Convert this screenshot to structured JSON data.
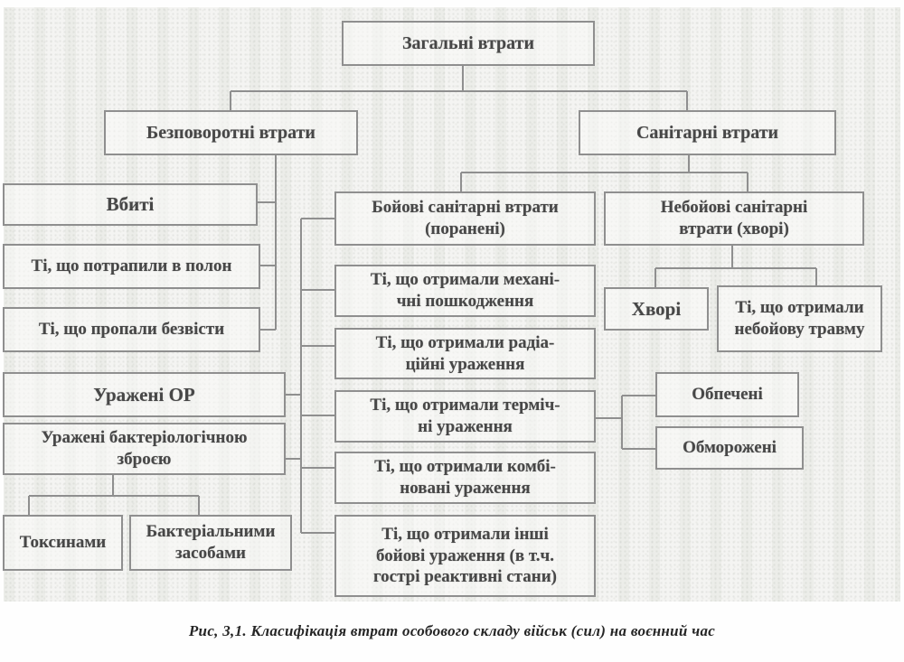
{
  "figure": {
    "caption": "Рис, 3,1. Класифікація втрат особового складу військ (сил) на воєнний час"
  },
  "colors": {
    "box_border": "#8f8f8f",
    "connector_line": "#8f8f8f",
    "node_text": "#474747",
    "page_background": "#f4f4f2"
  },
  "nodes": {
    "total_losses": "Загальні втрати",
    "irretrievable_losses": "Безповоротні втрати",
    "sanitary_losses": "Санітарні втрати",
    "killed": "Вбиті",
    "captured": "Ті, що потрапили в полон",
    "missing": "Ті, що пропали безвісти",
    "chemical_agents": "Уражені ОР",
    "biological_weapon": "Уражені бактеріологічною\nзброєю",
    "toxins": "Токсинами",
    "bacterial_agents": "Бактеріальними\nзасобами",
    "combat_sanitary": "Бойові санітарні втрати\n(поранені)",
    "mechanical": "Ті, що отримали механі-\nчні пошкодження",
    "radiation": "Ті, що отримали радіа-\nційні ураження",
    "thermal": "Ті, що отримали терміч-\nні ураження",
    "combined": "Ті, що отримали комбі-\nновані ураження",
    "other_combat": "Ті, що отримали інші\nбойові ураження (в т.ч.\nгострі реактивні стани)",
    "noncombat_sanitary": "Небойові санітарні\nвтрати (хворі)",
    "sick": "Хворі",
    "noncombat_trauma": "Ті, що отримали\nнебойову травму",
    "burned": "Обпечені",
    "frostbitten": "Обморожені"
  }
}
